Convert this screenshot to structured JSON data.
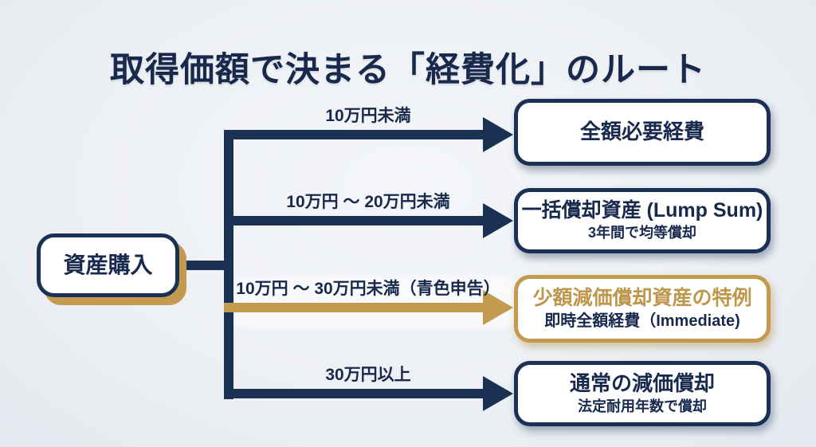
{
  "title": "取得価額で決まる「経費化」のルート",
  "colors": {
    "navy": "#1b3153",
    "gold": "#c39a4e",
    "background": "#edf0f4",
    "box_background": "#ffffff"
  },
  "source_node": {
    "label": "資産購入"
  },
  "branches": [
    {
      "condition": "10万円未満",
      "result_title": "全額必要経費",
      "result_note": "",
      "accent": "navy"
    },
    {
      "condition": "10万円 ～ 20万円未満",
      "result_title": "一括償却資産 (Lump Sum)",
      "result_note": "3年間で均等償却",
      "accent": "navy"
    },
    {
      "condition": "10万円 ～ 30万円未満（青色申告）",
      "result_title": "少額減価償却資産の特例",
      "result_note": "即時全額経費（Immediate)",
      "accent": "gold"
    },
    {
      "condition": "30万円以上",
      "result_title": "通常の減価償却",
      "result_note": "法定耐用年数で償却",
      "accent": "navy"
    }
  ]
}
